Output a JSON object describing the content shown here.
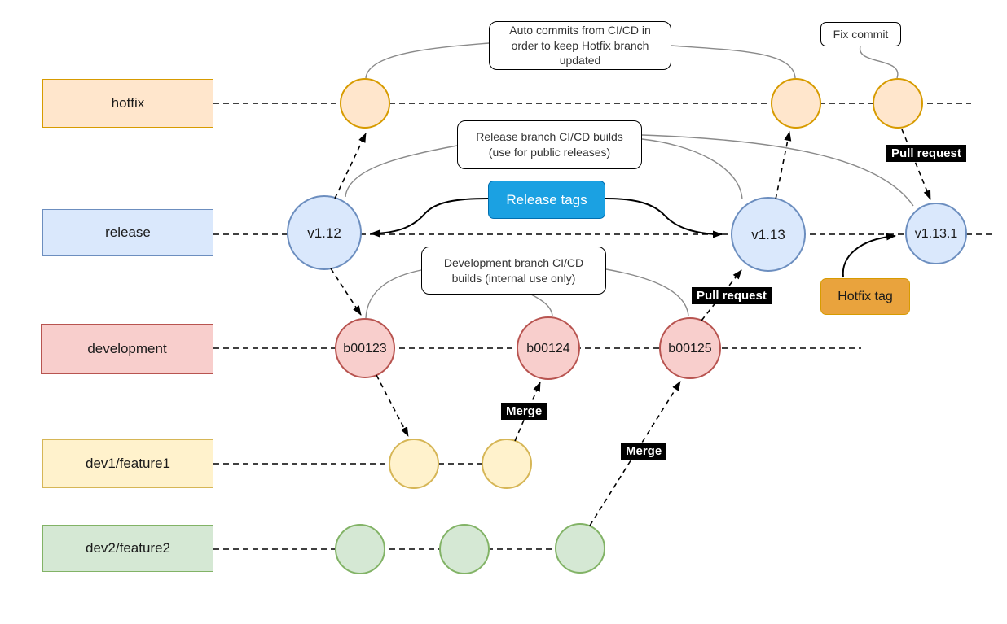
{
  "diagram": {
    "title_hint": "git branching / CI-CD flow diagram",
    "branches": [
      {
        "id": "hotfix",
        "label": "hotfix",
        "fill": "#ffe6cc",
        "stroke": "#d79b00",
        "commits": [
          {
            "label": ""
          },
          {
            "label": ""
          },
          {
            "label": ""
          }
        ]
      },
      {
        "id": "release",
        "label": "release",
        "fill": "#dae8fc",
        "stroke": "#6c8ebf",
        "commits": [
          {
            "label": "v1.12"
          },
          {
            "label": "v1.13"
          },
          {
            "label": "v1.13.1"
          }
        ]
      },
      {
        "id": "development",
        "label": "development",
        "fill": "#f8cecc",
        "stroke": "#b85450",
        "commits": [
          {
            "label": "b00123"
          },
          {
            "label": "b00124"
          },
          {
            "label": "b00125"
          }
        ]
      },
      {
        "id": "dev1",
        "label": "dev1/feature1",
        "fill": "#fff2cc",
        "stroke": "#d6b656",
        "commits": [
          {
            "label": ""
          },
          {
            "label": ""
          }
        ]
      },
      {
        "id": "dev2",
        "label": "dev2/feature2",
        "fill": "#d5e8d4",
        "stroke": "#82b366",
        "commits": [
          {
            "label": ""
          },
          {
            "label": ""
          },
          {
            "label": ""
          }
        ]
      }
    ],
    "callouts": {
      "auto_commits": "Auto commits from CI/CD in order to keep Hotfix branch updated",
      "fix_commit": "Fix commit",
      "release_builds": "Release branch CI/CD builds (use for public releases)",
      "dev_builds": "Development branch CI/CD builds (internal use only)"
    },
    "tags": {
      "release_tags": {
        "label": "Release tags",
        "fill": "#1ba1e2",
        "stroke": "#006eaf",
        "text_color": "#ffffff"
      },
      "hotfix_tag": {
        "label": "Hotfix tag",
        "fill": "#e9a33d",
        "stroke": "#d79b00",
        "text_color": "#1a1a1a"
      }
    },
    "action_labels": {
      "pull_request": "Pull request",
      "merge": "Merge",
      "label_bg": "#000000",
      "label_text": "#ffffff"
    },
    "line_colors": {
      "branch_dashed": "#000000",
      "connector_gray": "#8a8a8a",
      "arrow_black": "#000000"
    }
  }
}
